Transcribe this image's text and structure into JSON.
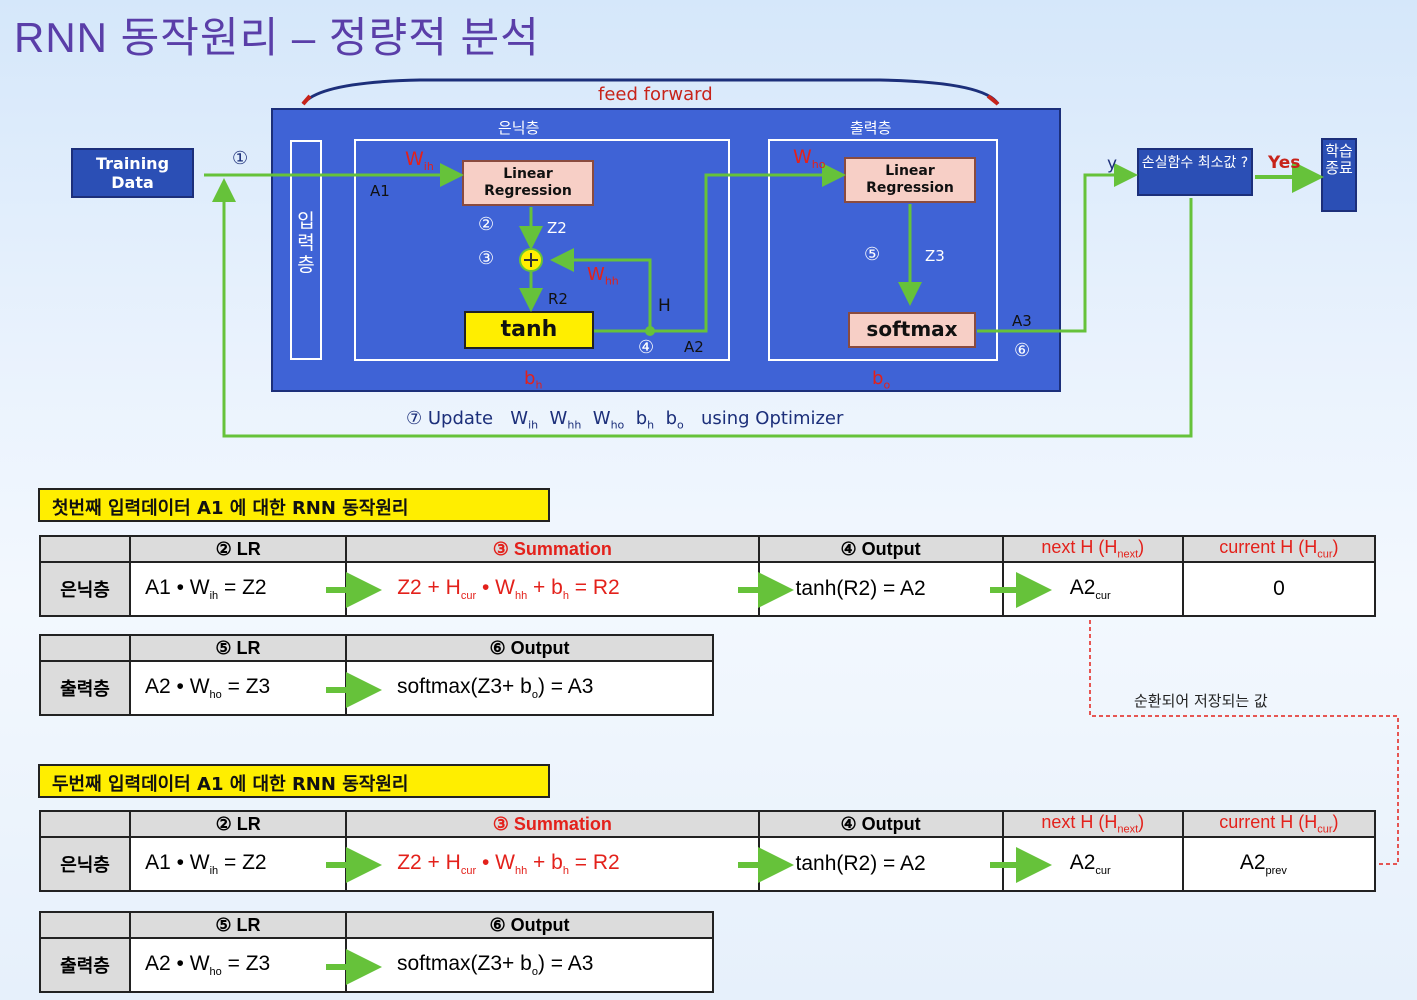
{
  "title": "RNN 동작원리 – 정량적 분석",
  "diagram": {
    "feed_forward": "feed forward",
    "training_data": "Training Data",
    "input_layer": "입력층",
    "hidden_layer": "은닉층",
    "output_layer": "출력층",
    "linear_regression": "Linear Regression",
    "tanh": "tanh",
    "softmax": "softmax",
    "loss_box": "손실함수 최소값 ?",
    "yes": "Yes",
    "learn_end": "학습종료",
    "y": "y",
    "a1": "A1",
    "a2": "A2",
    "a3": "A3",
    "z2": "Z2",
    "z3": "Z3",
    "r2": "R2",
    "h": "H",
    "w_ih": "W",
    "w_ih_sub": "ih",
    "w_hh": "W",
    "w_hh_sub": "hh",
    "w_ho": "W",
    "w_ho_sub": "ho",
    "b_h": "b",
    "b_h_sub": "h",
    "b_o": "b",
    "b_o_sub": "o",
    "n1": "①",
    "n2": "②",
    "n3": "③",
    "n4": "④",
    "n5": "⑤",
    "n6": "⑥",
    "n7": "⑦",
    "update_text": "Update",
    "using_text": "using  Optimizer"
  },
  "section1": {
    "banner": "첫번째 입력데이터 A1 에 대한 RNN 동작원리",
    "hidden_headers": [
      "② LR",
      "③ Summation",
      "④ Output",
      "next H (H",
      "next",
      ")",
      "current H (H",
      "cur",
      ")"
    ],
    "row_hidden": "은닉층",
    "lr_eq": "A1 • W",
    "lr_eq_sub": "ih",
    "lr_eq_tail": " = Z2",
    "sum_eq_a": "Z2 + H",
    "sum_eq_a_sub": "cur",
    "sum_eq_b": " • W",
    "sum_eq_b_sub": "hh",
    "sum_eq_c": " + b",
    "sum_eq_c_sub": "h",
    "sum_eq_d": " = R2",
    "out_eq": "tanh(R2) = A2",
    "next_val": "A2",
    "next_val_sub": "cur",
    "cur_val": "0",
    "out_headers": [
      "⑤ LR",
      "⑥ Output"
    ],
    "row_output": "출력층",
    "out_lr_eq": "A2 • W",
    "out_lr_eq_sub": "ho",
    "out_lr_eq_tail": " = Z3",
    "softmax_eq": "softmax(Z3+ b",
    "softmax_eq_sub": "o",
    "softmax_eq_tail": ") = A3"
  },
  "recurrent_note": "순환되어 저장되는 값",
  "section2": {
    "banner": "두번째 입력데이터 A1 에 대한 RNN 동작원리",
    "cur_val": "A2",
    "cur_val_sub": "prev"
  },
  "colors": {
    "title": "#5a3ea8",
    "blue": "#3f63d6",
    "green": "#66c23a",
    "red": "#e3211b",
    "yellow": "#ffee00"
  }
}
